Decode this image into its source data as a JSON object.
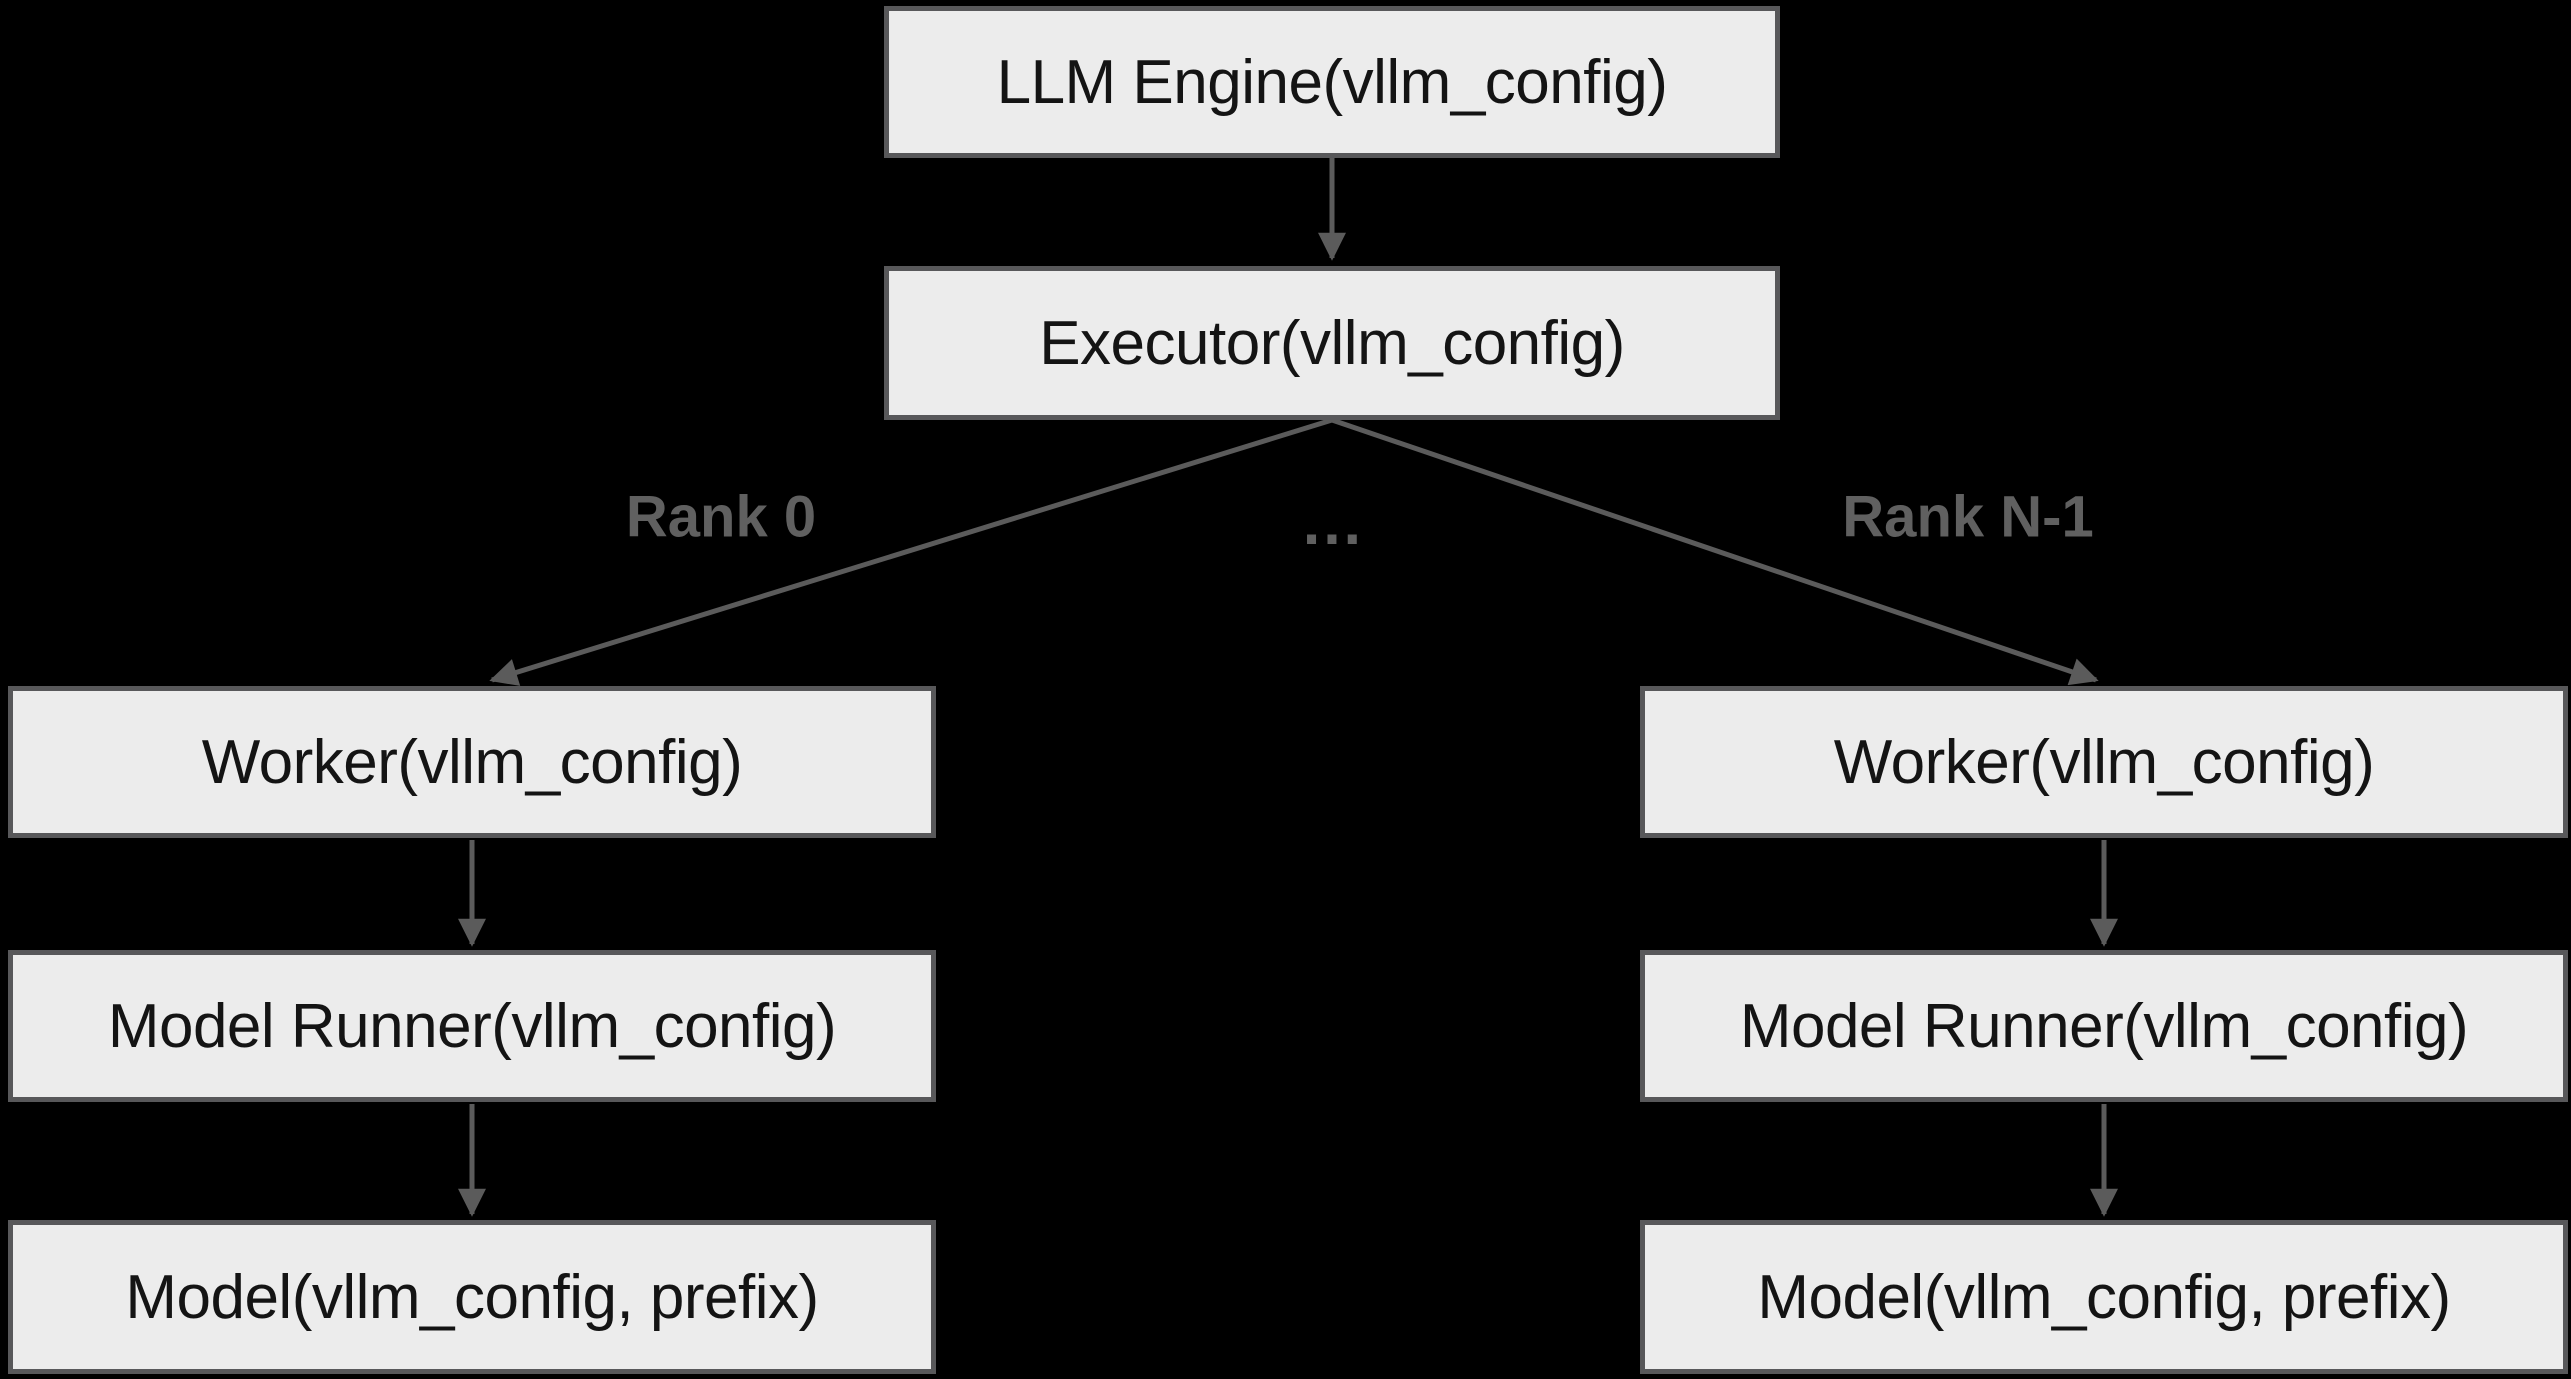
{
  "diagram": {
    "type": "flowchart",
    "background_color": "#000000",
    "node_style": {
      "fill": "#ececec",
      "border_color": "#58585a",
      "text_color": "#141414"
    },
    "edge_style": {
      "line_color": "#5b5b5b",
      "label_color": "#606060"
    },
    "nodes": {
      "llm_engine": {
        "label": "LLM Engine(vllm_config)"
      },
      "executor": {
        "label": "Executor(vllm_config)"
      },
      "worker_left": {
        "label": "Worker(vllm_config)"
      },
      "worker_right": {
        "label": "Worker(vllm_config)"
      },
      "model_runner_left": {
        "label": "Model Runner(vllm_config)"
      },
      "model_runner_right": {
        "label": "Model Runner(vllm_config)"
      },
      "model_left": {
        "label": "Model(vllm_config, prefix)"
      },
      "model_right": {
        "label": "Model(vllm_config, prefix)"
      }
    },
    "edge_labels": {
      "rank_0": "Rank 0",
      "ellipsis": "…",
      "rank_n_1": "Rank N-1"
    },
    "edges": [
      {
        "from": "llm_engine",
        "to": "executor",
        "label": ""
      },
      {
        "from": "executor",
        "to": "worker_left",
        "label": "Rank 0"
      },
      {
        "from": "executor",
        "to": "worker_right",
        "label": "Rank N-1"
      },
      {
        "from": "worker_left",
        "to": "model_runner_left",
        "label": ""
      },
      {
        "from": "model_runner_left",
        "to": "model_left",
        "label": ""
      },
      {
        "from": "worker_right",
        "to": "model_runner_right",
        "label": ""
      },
      {
        "from": "model_runner_right",
        "to": "model_right",
        "label": ""
      }
    ]
  }
}
